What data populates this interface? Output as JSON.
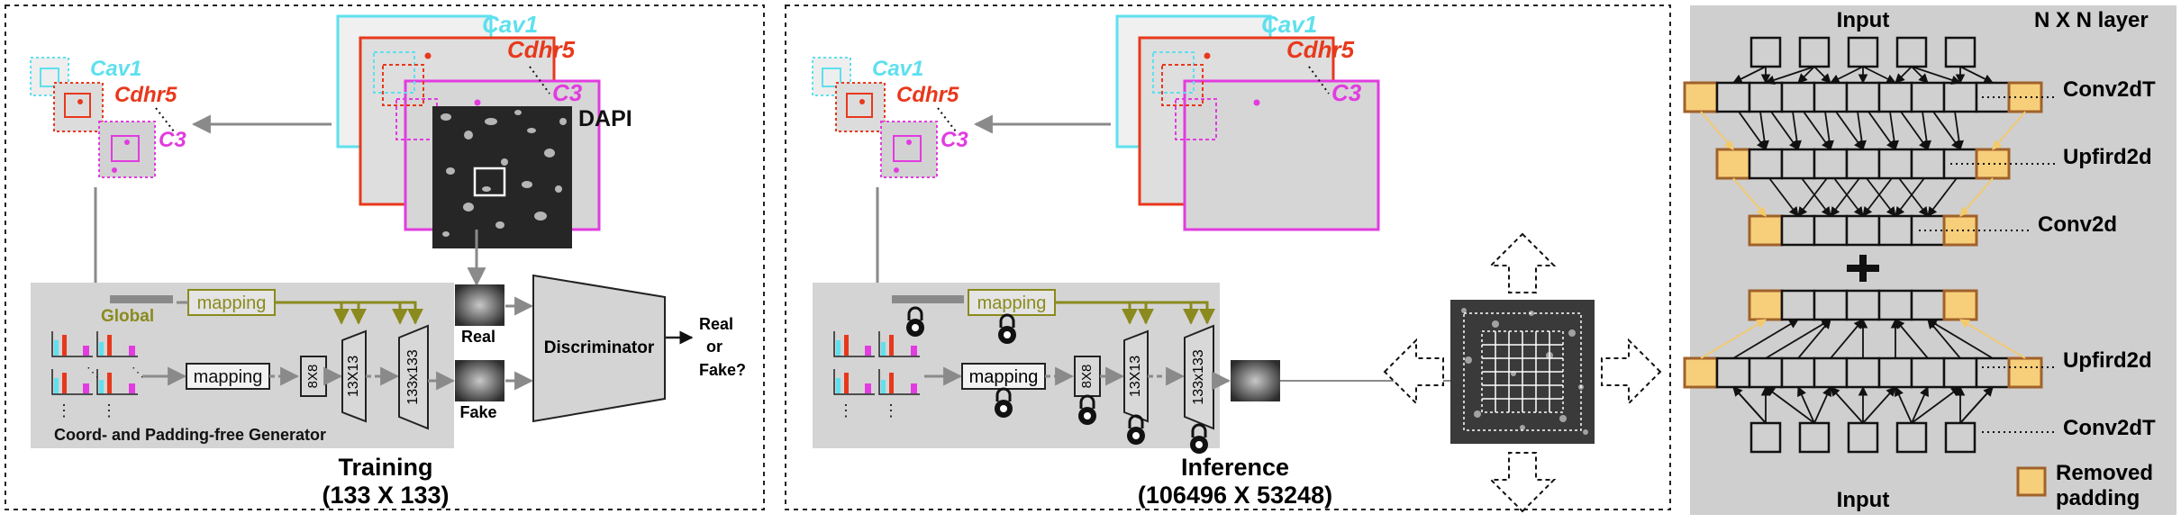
{
  "training": {
    "title": "Training",
    "size": "(133 X 133)",
    "cav1": "Cav1",
    "cdhr5": "Cdhr5",
    "c3": "C3",
    "dapi": "DAPI",
    "global": "Global",
    "mapping_top": "mapping",
    "mapping": "mapping",
    "res_8": "8X8",
    "res_13": "13X13",
    "res_133": "133x133",
    "real": "Real",
    "fake": "Fake",
    "discriminator": "Discriminator",
    "out_real": "Real",
    "out_or": "or",
    "out_fake": "Fake?",
    "generator": "Coord- and Padding-free Generator",
    "colors": {
      "cav1": "#5ee0ee",
      "cdhr5": "#e8381c",
      "c3": "#e23be0",
      "mapping": "#8a8a1e"
    }
  },
  "inference": {
    "title": "Inference",
    "size": "(106496 X 53248)",
    "cav1": "Cav1",
    "cdhr5": "Cdhr5",
    "c3": "C3",
    "mapping_top": "mapping",
    "mapping": "mapping",
    "res_8": "8X8",
    "res_13": "13X13",
    "res_133": "133x133"
  },
  "layer_panel": {
    "title": "N X N layer",
    "input_top": "Input",
    "input_bottom": "Input",
    "conv2dt_top": "Conv2dT",
    "upfird2d_top": "Upfird2d",
    "conv2d": "Conv2d",
    "upfird2d_bottom": "Upfird2d",
    "conv2dt_bottom": "Conv2dT",
    "removed_line1": "Removed",
    "removed_line2": "padding",
    "colors": {
      "panel_bg": "#cfcfcf",
      "padding_fill": "#f7cf7a",
      "padding_stroke": "#a0622a"
    }
  }
}
